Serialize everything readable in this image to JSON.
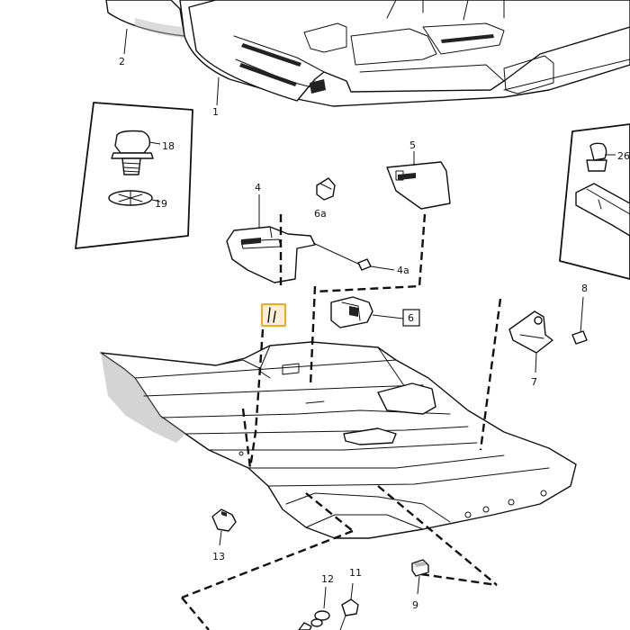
{
  "diagram": {
    "callouts": {
      "c1": "1",
      "c2": "2",
      "c4": "4",
      "c4a": "4a",
      "c5": "5",
      "c6": "6",
      "c6a": "6a",
      "c7": "7",
      "c8": "8",
      "c9": "9",
      "c11": "11",
      "c12": "12",
      "c13": "13",
      "c18": "18",
      "c19": "19",
      "c26": "26"
    },
    "highlight_color": "#f5a623"
  }
}
